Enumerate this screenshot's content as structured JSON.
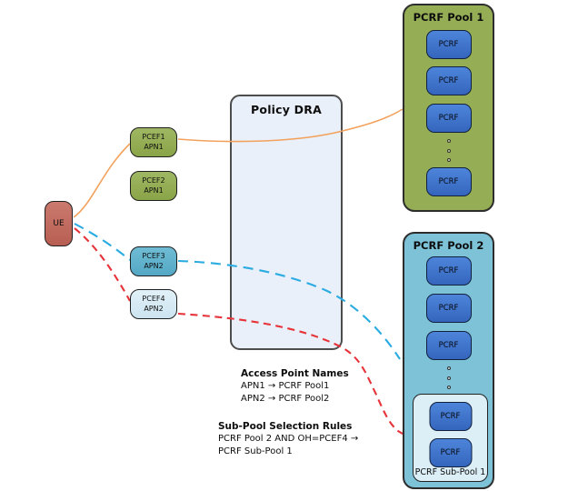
{
  "diagram": {
    "ue": {
      "label": "UE"
    },
    "pcef_nodes": [
      {
        "line1": "PCEF1",
        "line2": "APN1"
      },
      {
        "line1": "PCEF2",
        "line2": "APN1"
      },
      {
        "line1": "PCEF3",
        "line2": "APN2"
      },
      {
        "line1": "PCEF4",
        "line2": "APN2"
      }
    ],
    "dra": {
      "title": "Policy DRA"
    },
    "pool1": {
      "title": "PCRF Pool 1",
      "node_label": "PCRF",
      "visible_nodes": 4
    },
    "pool2": {
      "title": "PCRF Pool 2",
      "node_label": "PCRF",
      "visible_nodes": 3,
      "subpool": {
        "label": "PCRF Sub-Pool 1",
        "node_label": "PCRF",
        "visible_nodes": 2
      }
    },
    "annotations": {
      "apn_header": "Access Point Names",
      "apn_rule1": "APN1 → PCRF Pool1",
      "apn_rule2": "APN2 → PCRF Pool2",
      "subpool_header": "Sub-Pool Selection Rules",
      "subpool_rule1": "PCRF Pool 2 AND OH=PCEF4 →",
      "subpool_rule2": "PCRF Sub-Pool 1"
    },
    "colors": {
      "pool1_green": "#95ae55",
      "pool2_teal": "#7dc2d7",
      "pcrf_blue": "#3b73c9",
      "ue_red": "#c16a5f",
      "pcef4_pale_blue": "#d9ecf5",
      "dra_fill": "#eaf0f9",
      "wire_orange": "#f2a25d",
      "wire_blue": "#2aabe2",
      "wire_red": "#e6343a"
    }
  }
}
